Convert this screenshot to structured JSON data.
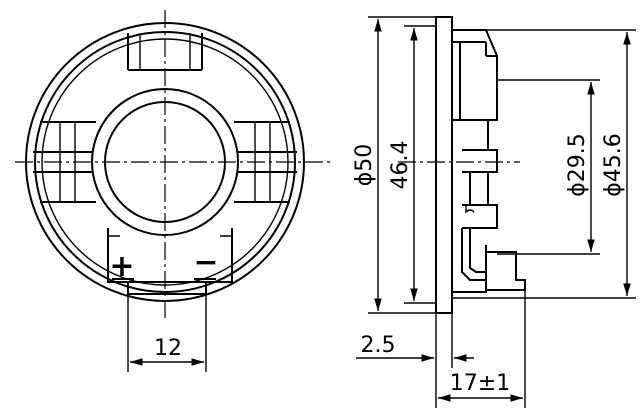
{
  "dimensions": {
    "outer_diameter": "ϕ50",
    "inner_diameter": "46.4",
    "magnet_diameter": "ϕ29.5",
    "frame_diameter": "ϕ45.6",
    "terminal_spacing": "12",
    "flange_thickness": "2.5",
    "total_depth": "17±1"
  },
  "polarity": {
    "positive": "+",
    "negative": "−"
  }
}
